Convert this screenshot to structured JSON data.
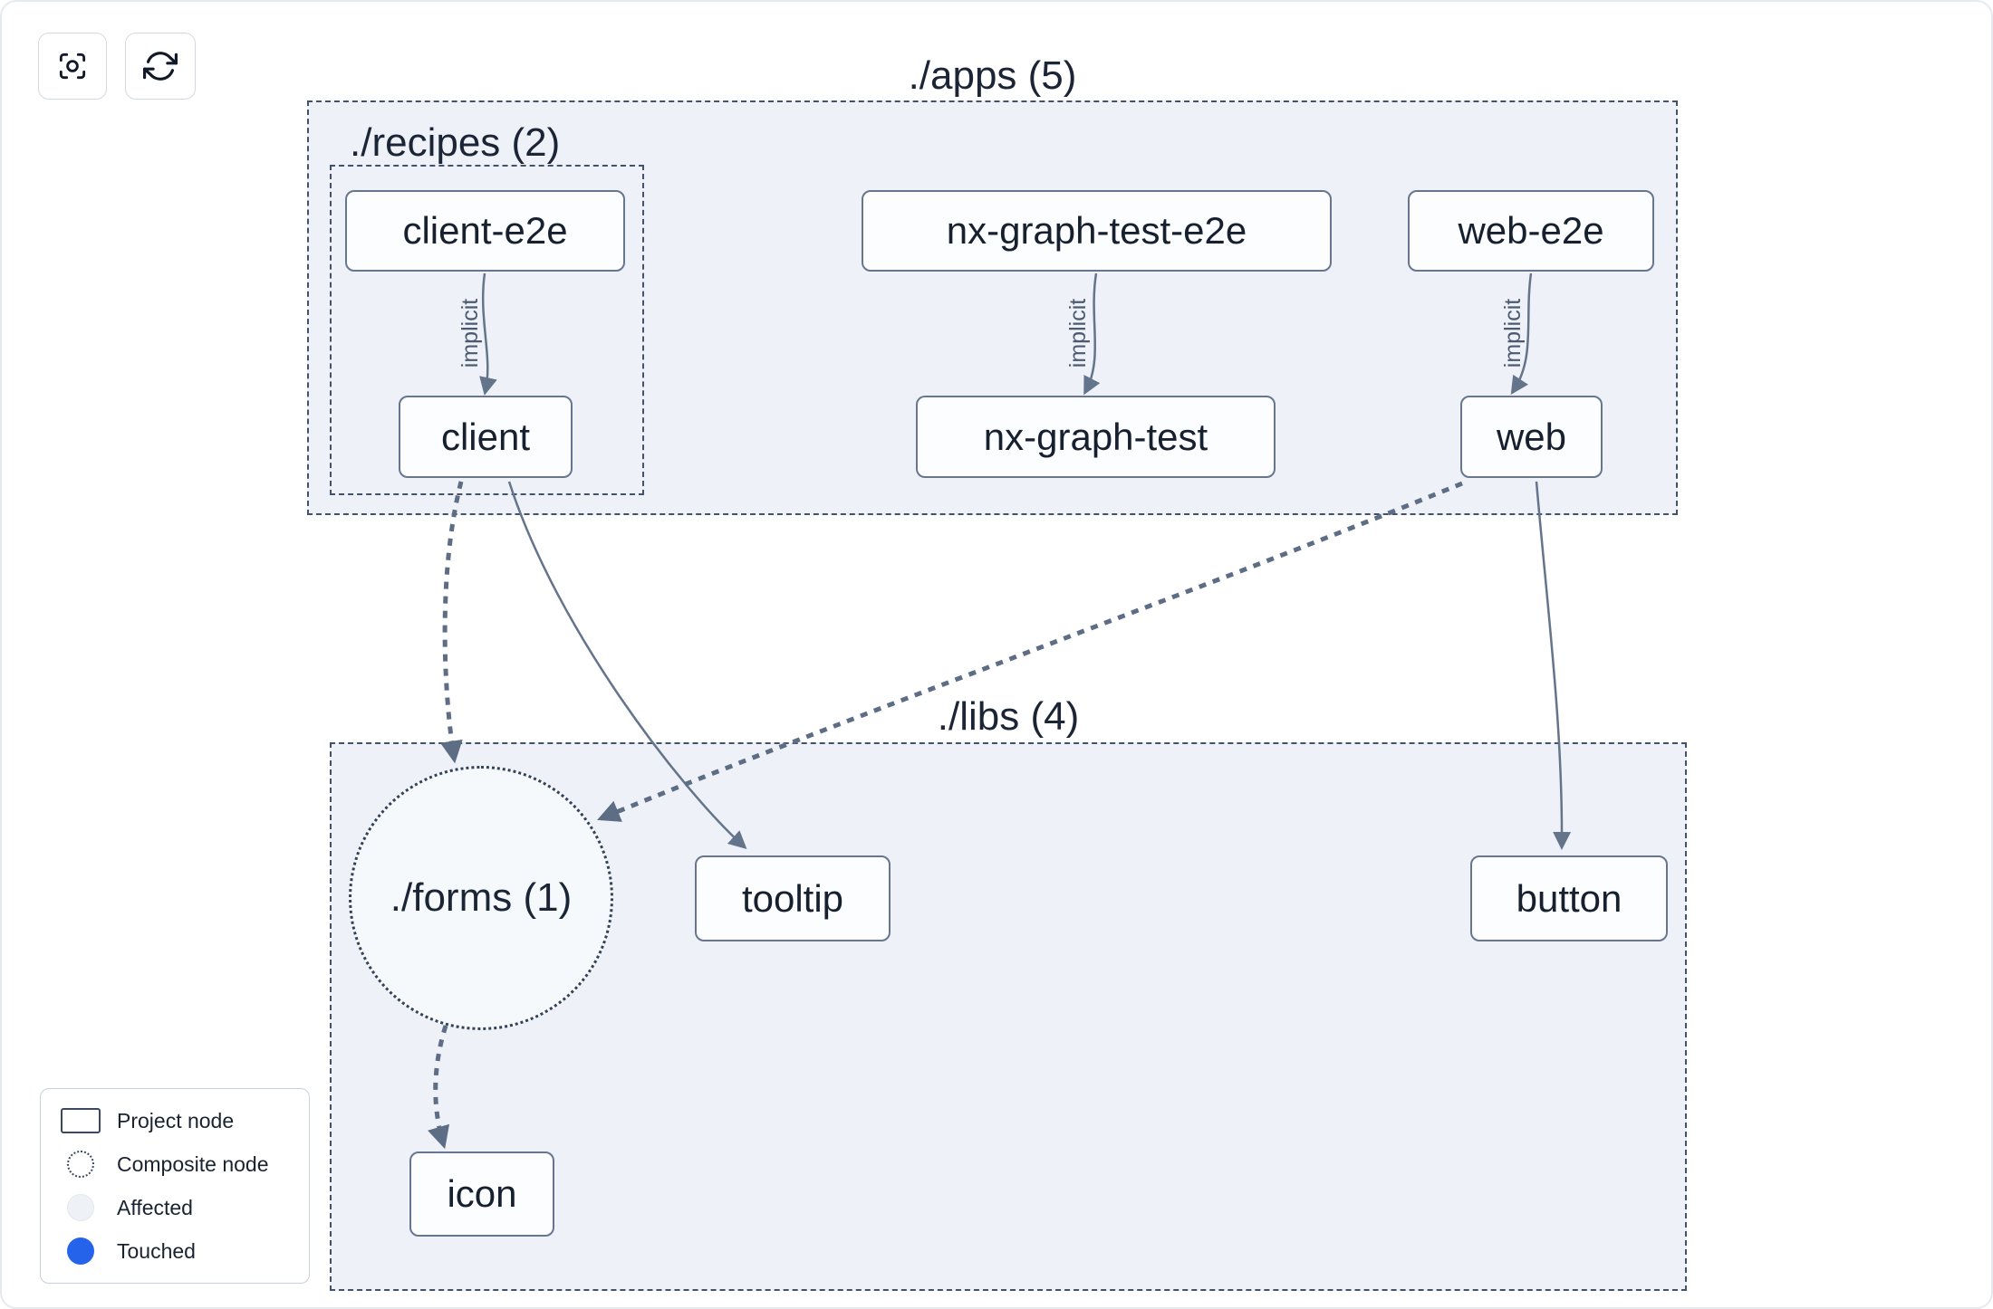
{
  "toolbar": {
    "buttons": [
      {
        "id": "focus",
        "icon": "focus-icon"
      },
      {
        "id": "refresh",
        "icon": "refresh-icon"
      }
    ]
  },
  "graph": {
    "clusters": [
      {
        "id": "apps",
        "label": "./apps (5)"
      },
      {
        "id": "recipes",
        "label": "./recipes (2)"
      },
      {
        "id": "libs",
        "label": "./libs (4)"
      }
    ],
    "composite_nodes": [
      {
        "id": "forms",
        "label": "./forms (1)"
      }
    ],
    "nodes": [
      {
        "id": "client-e2e",
        "label": "client-e2e"
      },
      {
        "id": "nx-graph-test-e2e",
        "label": "nx-graph-test-e2e"
      },
      {
        "id": "web-e2e",
        "label": "web-e2e"
      },
      {
        "id": "client",
        "label": "client"
      },
      {
        "id": "nx-graph-test",
        "label": "nx-graph-test"
      },
      {
        "id": "web",
        "label": "web"
      },
      {
        "id": "tooltip",
        "label": "tooltip"
      },
      {
        "id": "button",
        "label": "button"
      },
      {
        "id": "icon",
        "label": "icon"
      }
    ],
    "edges": [
      {
        "source": "client-e2e",
        "target": "client",
        "label": "implicit",
        "style": "implicit"
      },
      {
        "source": "nx-graph-test-e2e",
        "target": "nx-graph-test",
        "label": "implicit",
        "style": "implicit"
      },
      {
        "source": "web-e2e",
        "target": "web",
        "label": "implicit",
        "style": "implicit"
      },
      {
        "source": "client",
        "target": "./forms (1)",
        "style": "dashed"
      },
      {
        "source": "client",
        "target": "tooltip",
        "style": "solid"
      },
      {
        "source": "web",
        "target": "./forms (1)",
        "style": "dashed"
      },
      {
        "source": "web",
        "target": "button",
        "style": "solid"
      },
      {
        "source": "./forms (1)",
        "target": "icon",
        "style": "dashed"
      }
    ]
  },
  "legend": {
    "items": [
      {
        "id": "project-node",
        "label": "Project node"
      },
      {
        "id": "composite-node",
        "label": "Composite node"
      },
      {
        "id": "affected",
        "label": "Affected"
      },
      {
        "id": "touched",
        "label": "Touched"
      }
    ]
  },
  "colors": {
    "cluster_fill": "#eef2f8",
    "cluster_border": "#44516a",
    "node_border": "#67768e",
    "edge": "#64748b",
    "touched": "#2563eb"
  }
}
